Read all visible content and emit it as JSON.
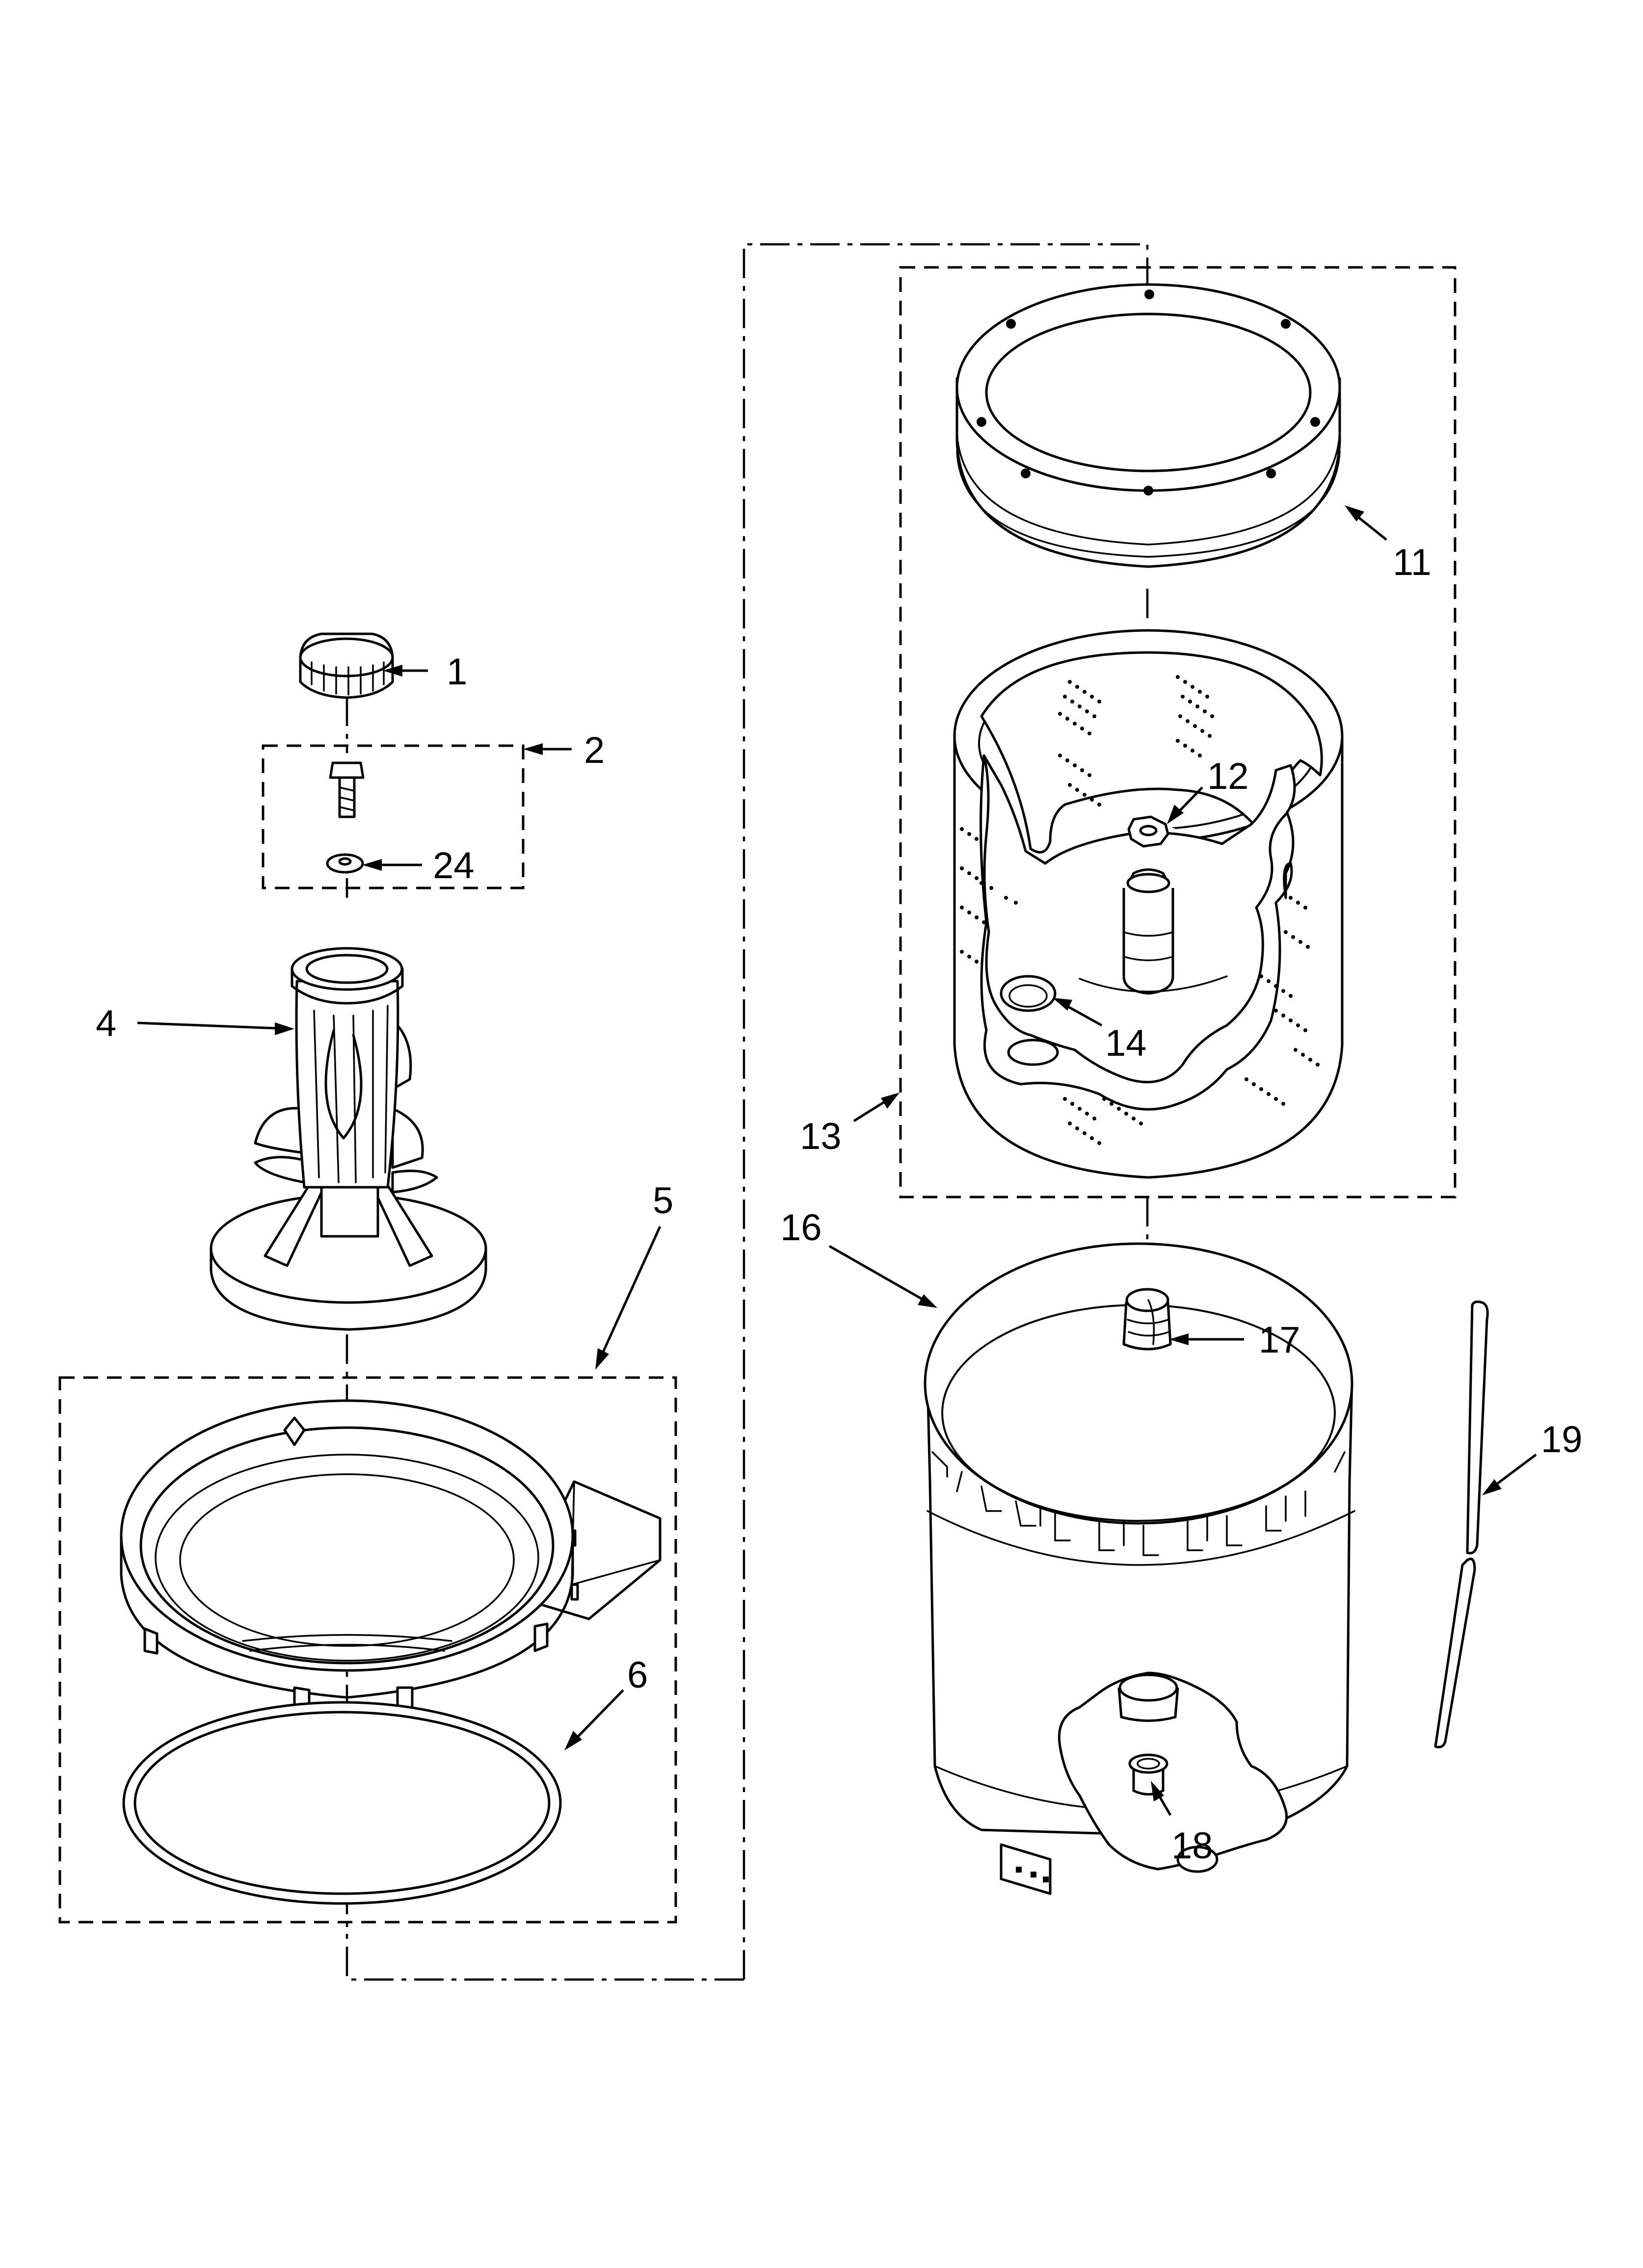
{
  "diagram": {
    "callouts": [
      {
        "id": "c1",
        "label": "1"
      },
      {
        "id": "c2",
        "label": "2"
      },
      {
        "id": "c24",
        "label": "24"
      },
      {
        "id": "c4",
        "label": "4"
      },
      {
        "id": "c5",
        "label": "5"
      },
      {
        "id": "c6",
        "label": "6"
      },
      {
        "id": "c11",
        "label": "11"
      },
      {
        "id": "c12",
        "label": "12"
      },
      {
        "id": "c13",
        "label": "13"
      },
      {
        "id": "c14",
        "label": "14"
      },
      {
        "id": "c16",
        "label": "16"
      },
      {
        "id": "c17",
        "label": "17"
      },
      {
        "id": "c18",
        "label": "18"
      },
      {
        "id": "c19",
        "label": "19"
      }
    ]
  }
}
